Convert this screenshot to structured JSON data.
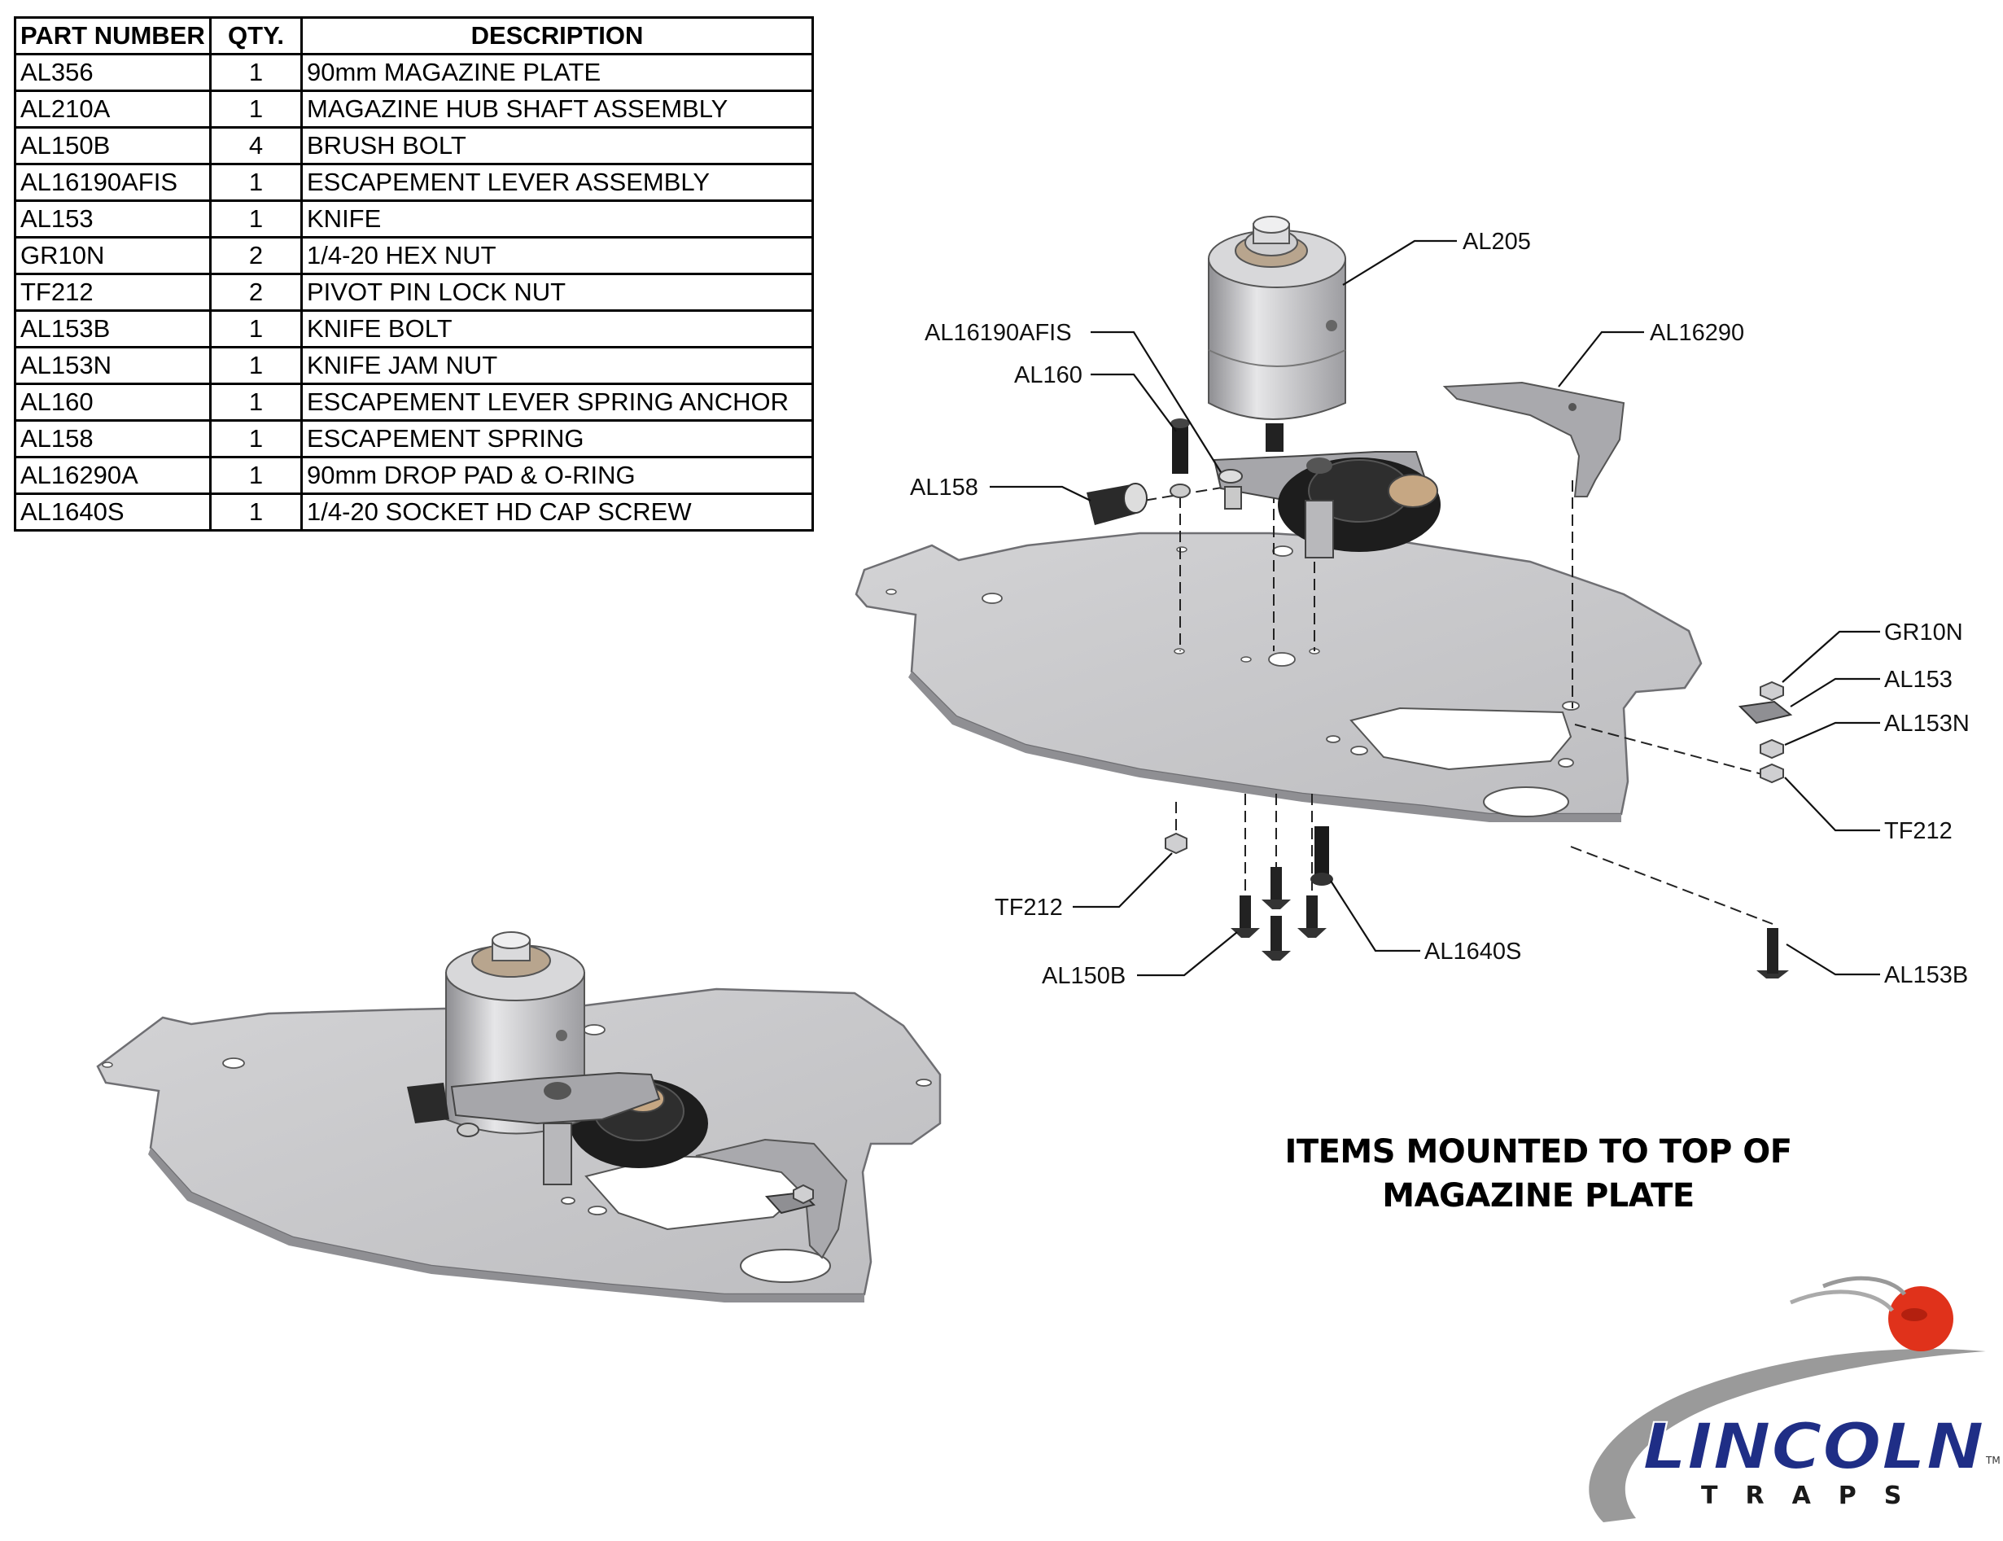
{
  "bom": {
    "headers": {
      "part": "PART NUMBER",
      "qty": "QTY.",
      "desc": "DESCRIPTION"
    },
    "rows": [
      {
        "part": "AL356",
        "qty": "1",
        "desc": "90mm MAGAZINE PLATE"
      },
      {
        "part": "AL210A",
        "qty": "1",
        "desc": "MAGAZINE HUB SHAFT ASSEMBLY"
      },
      {
        "part": "AL150B",
        "qty": "4",
        "desc": "BRUSH BOLT"
      },
      {
        "part": "AL16190AFIS",
        "qty": "1",
        "desc": "ESCAPEMENT LEVER ASSEMBLY"
      },
      {
        "part": "AL153",
        "qty": "1",
        "desc": "KNIFE"
      },
      {
        "part": "GR10N",
        "qty": "2",
        "desc": "1/4-20 HEX NUT"
      },
      {
        "part": "TF212",
        "qty": "2",
        "desc": "PIVOT PIN LOCK NUT"
      },
      {
        "part": "AL153B",
        "qty": "1",
        "desc": "KNIFE BOLT"
      },
      {
        "part": "AL153N",
        "qty": "1",
        "desc": "KNIFE JAM NUT"
      },
      {
        "part": "AL160",
        "qty": "1",
        "desc": "ESCAPEMENT LEVER SPRING ANCHOR"
      },
      {
        "part": "AL158",
        "qty": "1",
        "desc": "ESCAPEMENT SPRING"
      },
      {
        "part": "AL16290A",
        "qty": "1",
        "desc": "90mm DROP PAD & O-RING"
      },
      {
        "part": "AL1640S",
        "qty": "1",
        "desc": "1/4-20 SOCKET HD CAP SCREW"
      }
    ]
  },
  "callouts": {
    "al205": "AL205",
    "al16190afis": "AL16190AFIS",
    "al160": "AL160",
    "al158": "AL158",
    "al16290": "AL16290",
    "gr10n": "GR10N",
    "al153": "AL153",
    "al153n": "AL153N",
    "tf212_right": "TF212",
    "tf212_left": "TF212",
    "al150b": "AL150B",
    "al1640s": "AL1640S",
    "al153b": "AL153B"
  },
  "caption": {
    "line1": "ITEMS MOUNTED TO TOP OF",
    "line2": "MAGAZINE PLATE"
  },
  "logo": {
    "brand": "LINCOLN",
    "sub": "TRAPS",
    "tm": "TM"
  },
  "colors": {
    "plate": "#c9c9cb",
    "plate_edge": "#8f8f93",
    "hub": "#bdbdbf",
    "wheel": "#1b1b1b",
    "logo_blue": "#1f2e86",
    "logo_red": "#e0321b",
    "logo_swoosh": "#9a9a9a"
  }
}
